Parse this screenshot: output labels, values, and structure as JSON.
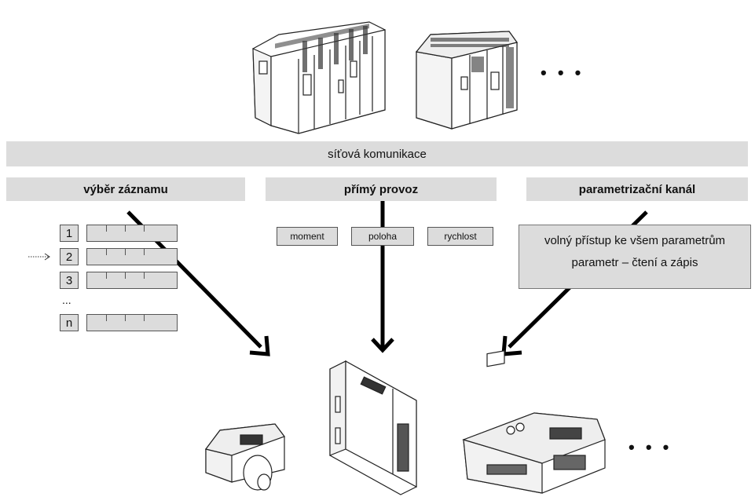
{
  "network_bar": {
    "label": "síťová komunikace"
  },
  "sections": {
    "record_selection": {
      "label": "výběr záznamu"
    },
    "direct_mode": {
      "label": "přímý provoz"
    },
    "param_channel": {
      "label": "parametrizační kanál"
    }
  },
  "records": {
    "items": [
      "1",
      "2",
      "3",
      "n"
    ],
    "ellipsis": "..."
  },
  "direct_mode_boxes": [
    "moment",
    "poloha",
    "rychlost"
  ],
  "param_box": {
    "line1": "volný přístup ke všem parametrům",
    "line2": "parametr –  čtení a zápis"
  },
  "more_devices_top": "• • •",
  "more_devices_bottom": "• • •"
}
